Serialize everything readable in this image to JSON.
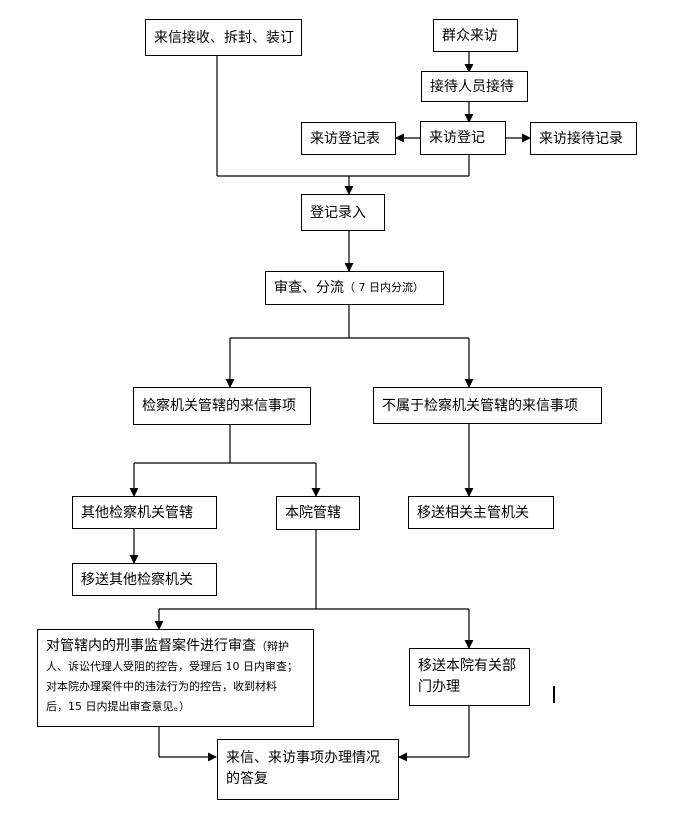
{
  "nodes": {
    "receive": "来信接收、拆封、装订",
    "visit": "群众来访",
    "reception": "接待人员接待",
    "visit_register": "来访登记",
    "register_form": "来访登记表",
    "reception_record": "来访接待记录",
    "entry": "登记录入",
    "review_main": "审查、分流",
    "review_note": "（ 7 日内分流）",
    "within": "检察机关管辖的来信事项",
    "outside": "不属于检察机关管辖的来信事项",
    "other_org": "其他检察机关管辖",
    "this_court": "本院管辖",
    "transfer_competent": "移送相关主管机关",
    "transfer_other": "移送其他检察机关",
    "review_case_main": "对管辖内的刑事监督案件进行审查",
    "review_case_detail_1": "（辩护",
    "review_case_detail_2": "人、诉讼代理人受阻的控告，受理后 10 日内审查；",
    "review_case_detail_3": "对本院办理案件中的违法行为的控告，收到材料",
    "review_case_detail_4": "后，15 日内提出审查意见。）",
    "transfer_dept": "移送本院有关部门办理",
    "reply": "来信、来访事项办理情况的答复"
  }
}
